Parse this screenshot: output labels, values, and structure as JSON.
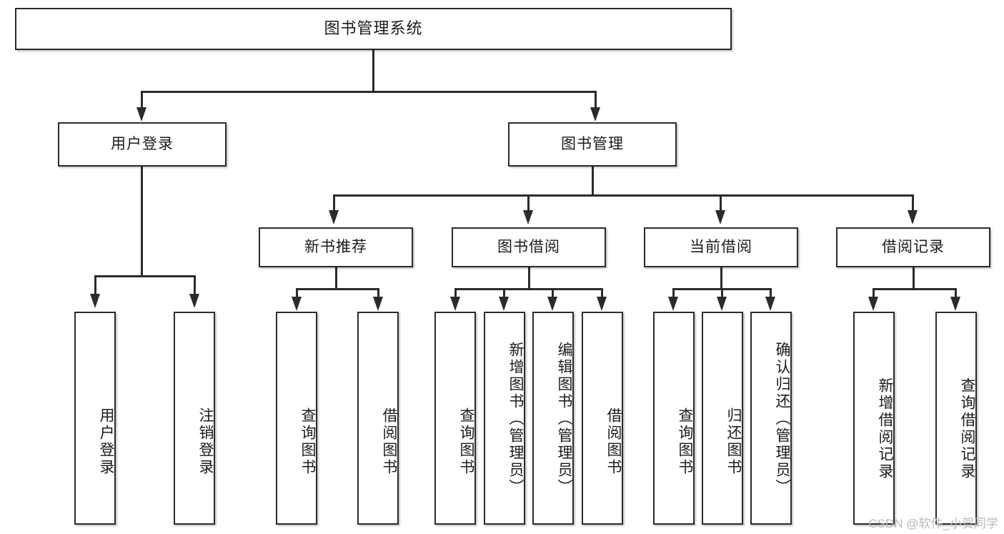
{
  "diagram": {
    "type": "tree",
    "title": "图书管理系统",
    "root": {
      "label": "图书管理系统"
    },
    "level2": [
      {
        "label": "用户登录"
      },
      {
        "label": "图书管理"
      }
    ],
    "level3": [
      {
        "label": "新书推荐"
      },
      {
        "label": "图书借阅"
      },
      {
        "label": "当前借阅"
      },
      {
        "label": "借阅记录"
      }
    ],
    "leaves": {
      "user_login": [
        {
          "label": "用户登录"
        },
        {
          "label": "注销登录"
        }
      ],
      "new_book_recommend": [
        {
          "label": "查询图书"
        },
        {
          "label": "借阅图书"
        }
      ],
      "book_borrow": [
        {
          "label": "查询图书"
        },
        {
          "label": "新增图书（管理员）"
        },
        {
          "label": "编辑图书（管理员）"
        },
        {
          "label": "借阅图书"
        }
      ],
      "current_borrow": [
        {
          "label": "查询图书"
        },
        {
          "label": "归还图书"
        },
        {
          "label": "确认归还（管理员）"
        }
      ],
      "borrow_record": [
        {
          "label": "新增借阅记录"
        },
        {
          "label": "查询借阅记录"
        }
      ]
    }
  },
  "watermark": {
    "text": "CSDN @软件_小贺同学"
  },
  "colors": {
    "stroke": "#2b2b2b",
    "fill": "#ffffff",
    "text": "#1b1b1b",
    "watermark": "#b9b9b9"
  }
}
